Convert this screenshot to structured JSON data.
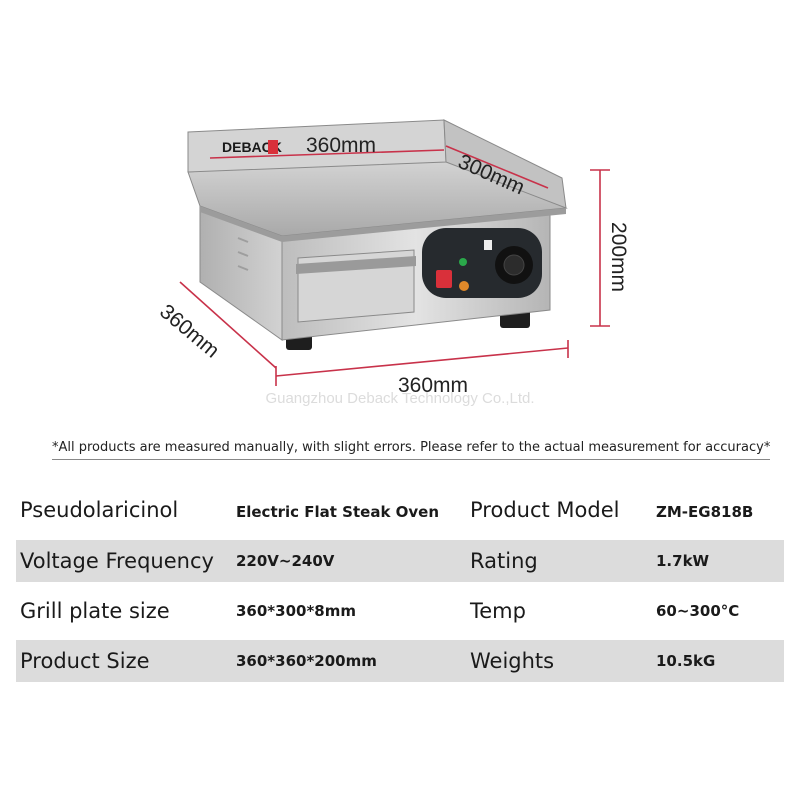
{
  "product": {
    "brand_logo": "DEBACK",
    "dimensions": {
      "top_width": "360mm",
      "top_depth": "300mm",
      "height": "200mm",
      "side_depth": "360mm",
      "bottom_width": "360mm"
    },
    "icons": [
      "power-light-icon",
      "heat-light-icon",
      "temperature-knob-icon",
      "rocker-switch-icon"
    ],
    "colors": {
      "dimension_line": "#c8324a",
      "shaded_row": "#dcdcdc",
      "steel": "#c9c9c9"
    }
  },
  "watermark": "Guangzhou Deback Technology Co.,Ltd.",
  "note": "*All products are measured manually, with slight errors. Please refer to the actual measurement for accuracy*",
  "specs": [
    {
      "label1": "Pseudolaricinol",
      "value1": "Electric Flat Steak Oven",
      "label2": "Product Model",
      "value2": "ZM-EG818B"
    },
    {
      "label1": "Voltage Frequency",
      "value1": "220V~240V",
      "label2": "Rating",
      "value2": "1.7kW"
    },
    {
      "label1": "Grill plate size",
      "value1": "360*300*8mm",
      "label2": "Temp",
      "value2": "60~300°C"
    },
    {
      "label1": "Product Size",
      "value1": "360*360*200mm",
      "label2": "Weights",
      "value2": "10.5kG"
    }
  ]
}
